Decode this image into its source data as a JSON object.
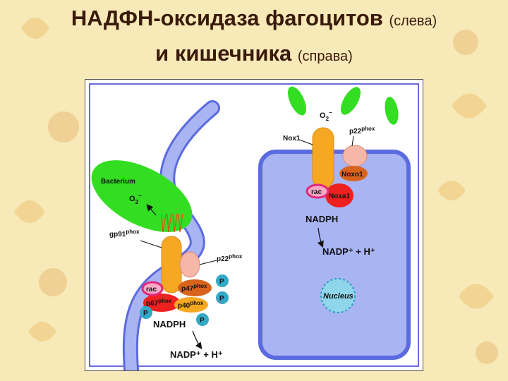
{
  "title": {
    "line1_main": "НАДФН-оксидаза фагоцитов",
    "line1_note": "(слева)",
    "line2_main": "и кишечника",
    "line2_note": "(справа)"
  },
  "colors": {
    "background": "#f7e9b8",
    "cell": "#a9b4f2",
    "cell_border": "#5b6be0",
    "bacterium": "#33dd22",
    "flavocytochrome": "#f7a823",
    "p22": "#f6b7a8",
    "noxo1": "#d8641c",
    "noxa1": "#ee2020",
    "rac": "#e2287a",
    "phosphate": "#33a9c8",
    "nucleus": "#8fd6ea"
  },
  "left_panel": {
    "bacterium_label": "Bacterium",
    "superoxide_main": "O",
    "superoxide_sub": "2",
    "superoxide_sup": "−",
    "gp91_main": "gp91",
    "gp91_sup": "phox",
    "p22_main": "p22",
    "p22_sup": "phox",
    "p47_main": "p47",
    "p47_sup": "phox",
    "p67_main": "p67",
    "p67_sup": "phox",
    "p40_main": "p40",
    "p40_sup": "phox",
    "rac_label": "rac",
    "phosphate_label": "P",
    "nadph_label": "NADPH",
    "products_label": "NADP⁺ + H⁺"
  },
  "right_panel": {
    "superoxide_main": "O",
    "superoxide_sub": "2",
    "superoxide_sup": "−",
    "nox1_label": "Nox1",
    "p22_main": "p22",
    "p22_sup": "phox",
    "noxo1_label": "Noxo1",
    "noxa1_label": "Noxa1",
    "rac_label": "rac",
    "nadph_label": "NADPH",
    "products_label": "NADP⁺ + H⁺",
    "nucleus_label": "Nucleus"
  }
}
